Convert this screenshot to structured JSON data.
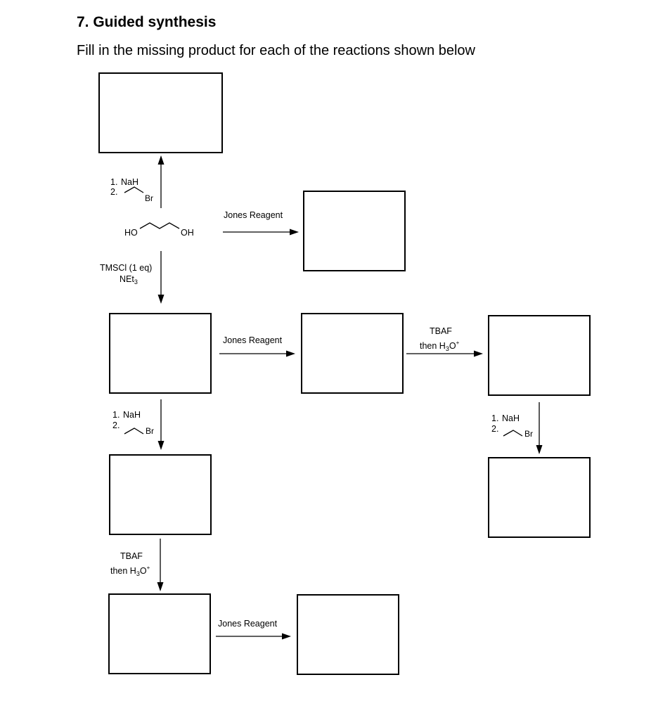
{
  "header": {
    "title": "7.  Guided synthesis",
    "instruction": "Fill in the missing product for each of the reactions shown below"
  },
  "start_material": {
    "ho": "HO",
    "oh": "OH"
  },
  "reagents": {
    "step1": "1.",
    "step2": "2.",
    "nah": "NaH",
    "br": "Br",
    "jones": "Jones Reagent",
    "tmscl": "TMSCl (1 eq)",
    "net": "NEt",
    "net_sub": "3",
    "tbaf": "TBAF",
    "then_h": "then H",
    "h3_sub": "3",
    "o": "O",
    "plus": "+"
  },
  "colors": {
    "ink": "#000000",
    "background": "#ffffff"
  }
}
